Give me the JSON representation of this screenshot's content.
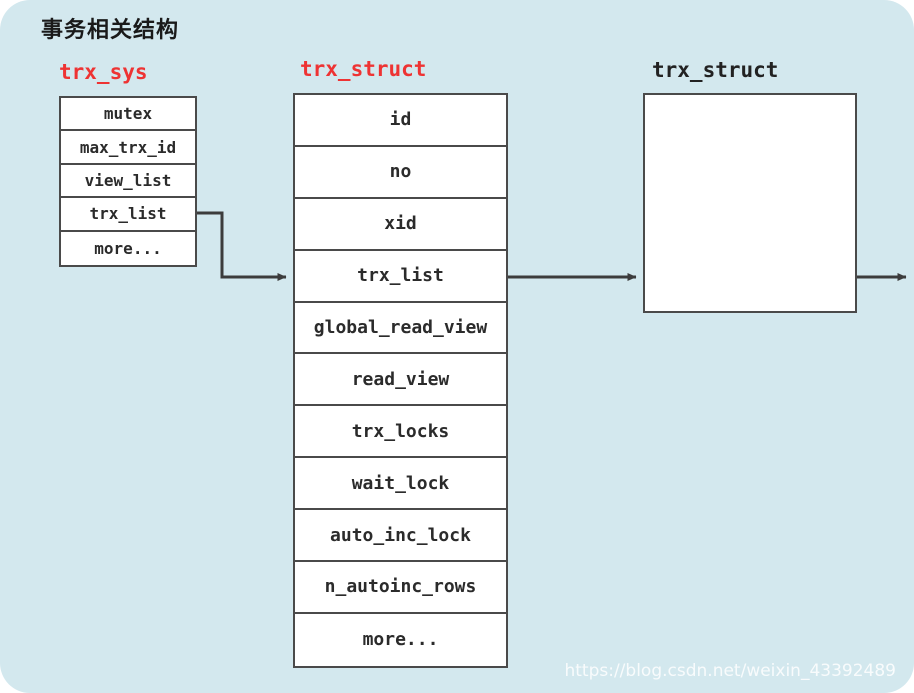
{
  "page": {
    "title": "事务相关结构",
    "background_color": "#d3e8ee",
    "watermark": "https://blog.csdn.net/weixin_43392489"
  },
  "structs": [
    {
      "key": "trx_sys",
      "label": "trx_sys",
      "label_color": "#ee3333",
      "fields": [
        "mutex",
        "max_trx_id",
        "view_list",
        "trx_list",
        "more..."
      ]
    },
    {
      "key": "trx_struct_first",
      "label": "trx_struct",
      "label_color": "#ee3333",
      "fields": [
        "id",
        "no",
        "xid",
        "trx_list",
        "global_read_view",
        "read_view",
        "trx_locks",
        "wait_lock",
        "auto_inc_lock",
        "n_autoinc_rows",
        "more..."
      ]
    },
    {
      "key": "trx_struct_second",
      "label": "trx_struct",
      "label_color": "#222222",
      "fields": []
    }
  ],
  "connectors": [
    {
      "name": "trx-sys-trxlist-to-trx-struct",
      "from": "trx_sys.trx_list",
      "to": "trx_struct_first.trx_list"
    },
    {
      "name": "trx-struct-trxlist-to-next-struct",
      "from": "trx_struct_first.trx_list",
      "to": "trx_struct_second"
    },
    {
      "name": "trx-struct-second-to-next",
      "from": "trx_struct_second",
      "to": "offscreen"
    }
  ]
}
